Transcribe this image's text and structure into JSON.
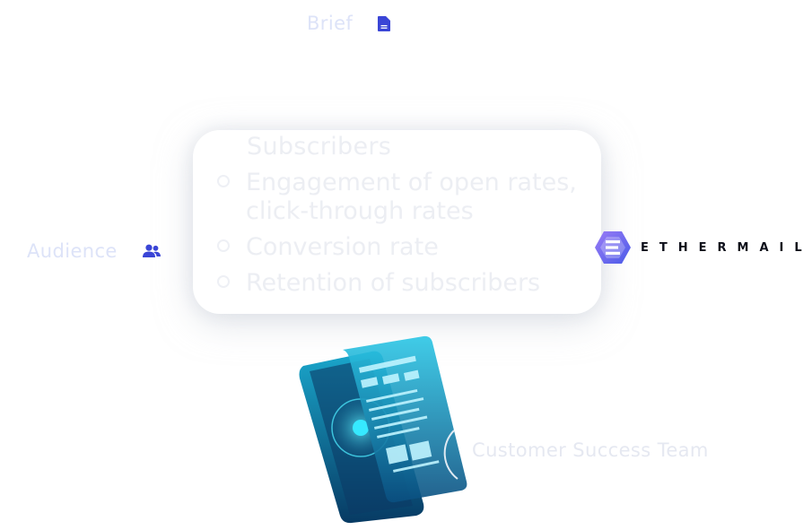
{
  "brief": {
    "label": "Brief",
    "icon": "document-icon"
  },
  "audience": {
    "label": "Audience",
    "icon": "users-icon"
  },
  "kpi_panel": {
    "title": "Subscribers",
    "items": [
      {
        "label": "Engagement of open rates, click-through rates"
      },
      {
        "label": "Conversion rate"
      },
      {
        "label": "Retention of subscribers"
      }
    ]
  },
  "logo": {
    "text": "ETHERMAIL",
    "icon": "ethermail-logo-icon"
  },
  "illustration": {
    "icon": "phone-document-illustration"
  },
  "team": {
    "label": "Customer Success Team"
  },
  "colors": {
    "accent_blue": "#3a45d6",
    "faded_text": "#dde3f8",
    "logo_purple": "#7b5cf0",
    "phone_teal": "#1db4d6",
    "phone_dark": "#0a3a66"
  }
}
